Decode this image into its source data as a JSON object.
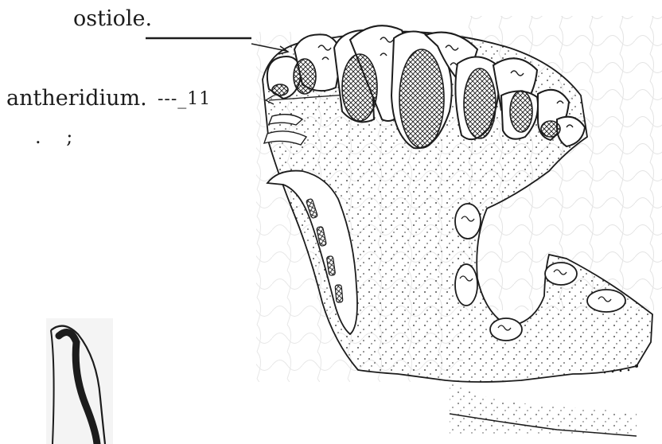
{
  "labels": {
    "ostiole": "ostiole.",
    "antheridium": "antheridium.",
    "leader_dash": "---_11",
    "stray_marks": ". ;"
  },
  "colors": {
    "ink": "#1c1c1c",
    "paper": "#ffffff",
    "faint_background": "#e8e8e8"
  }
}
